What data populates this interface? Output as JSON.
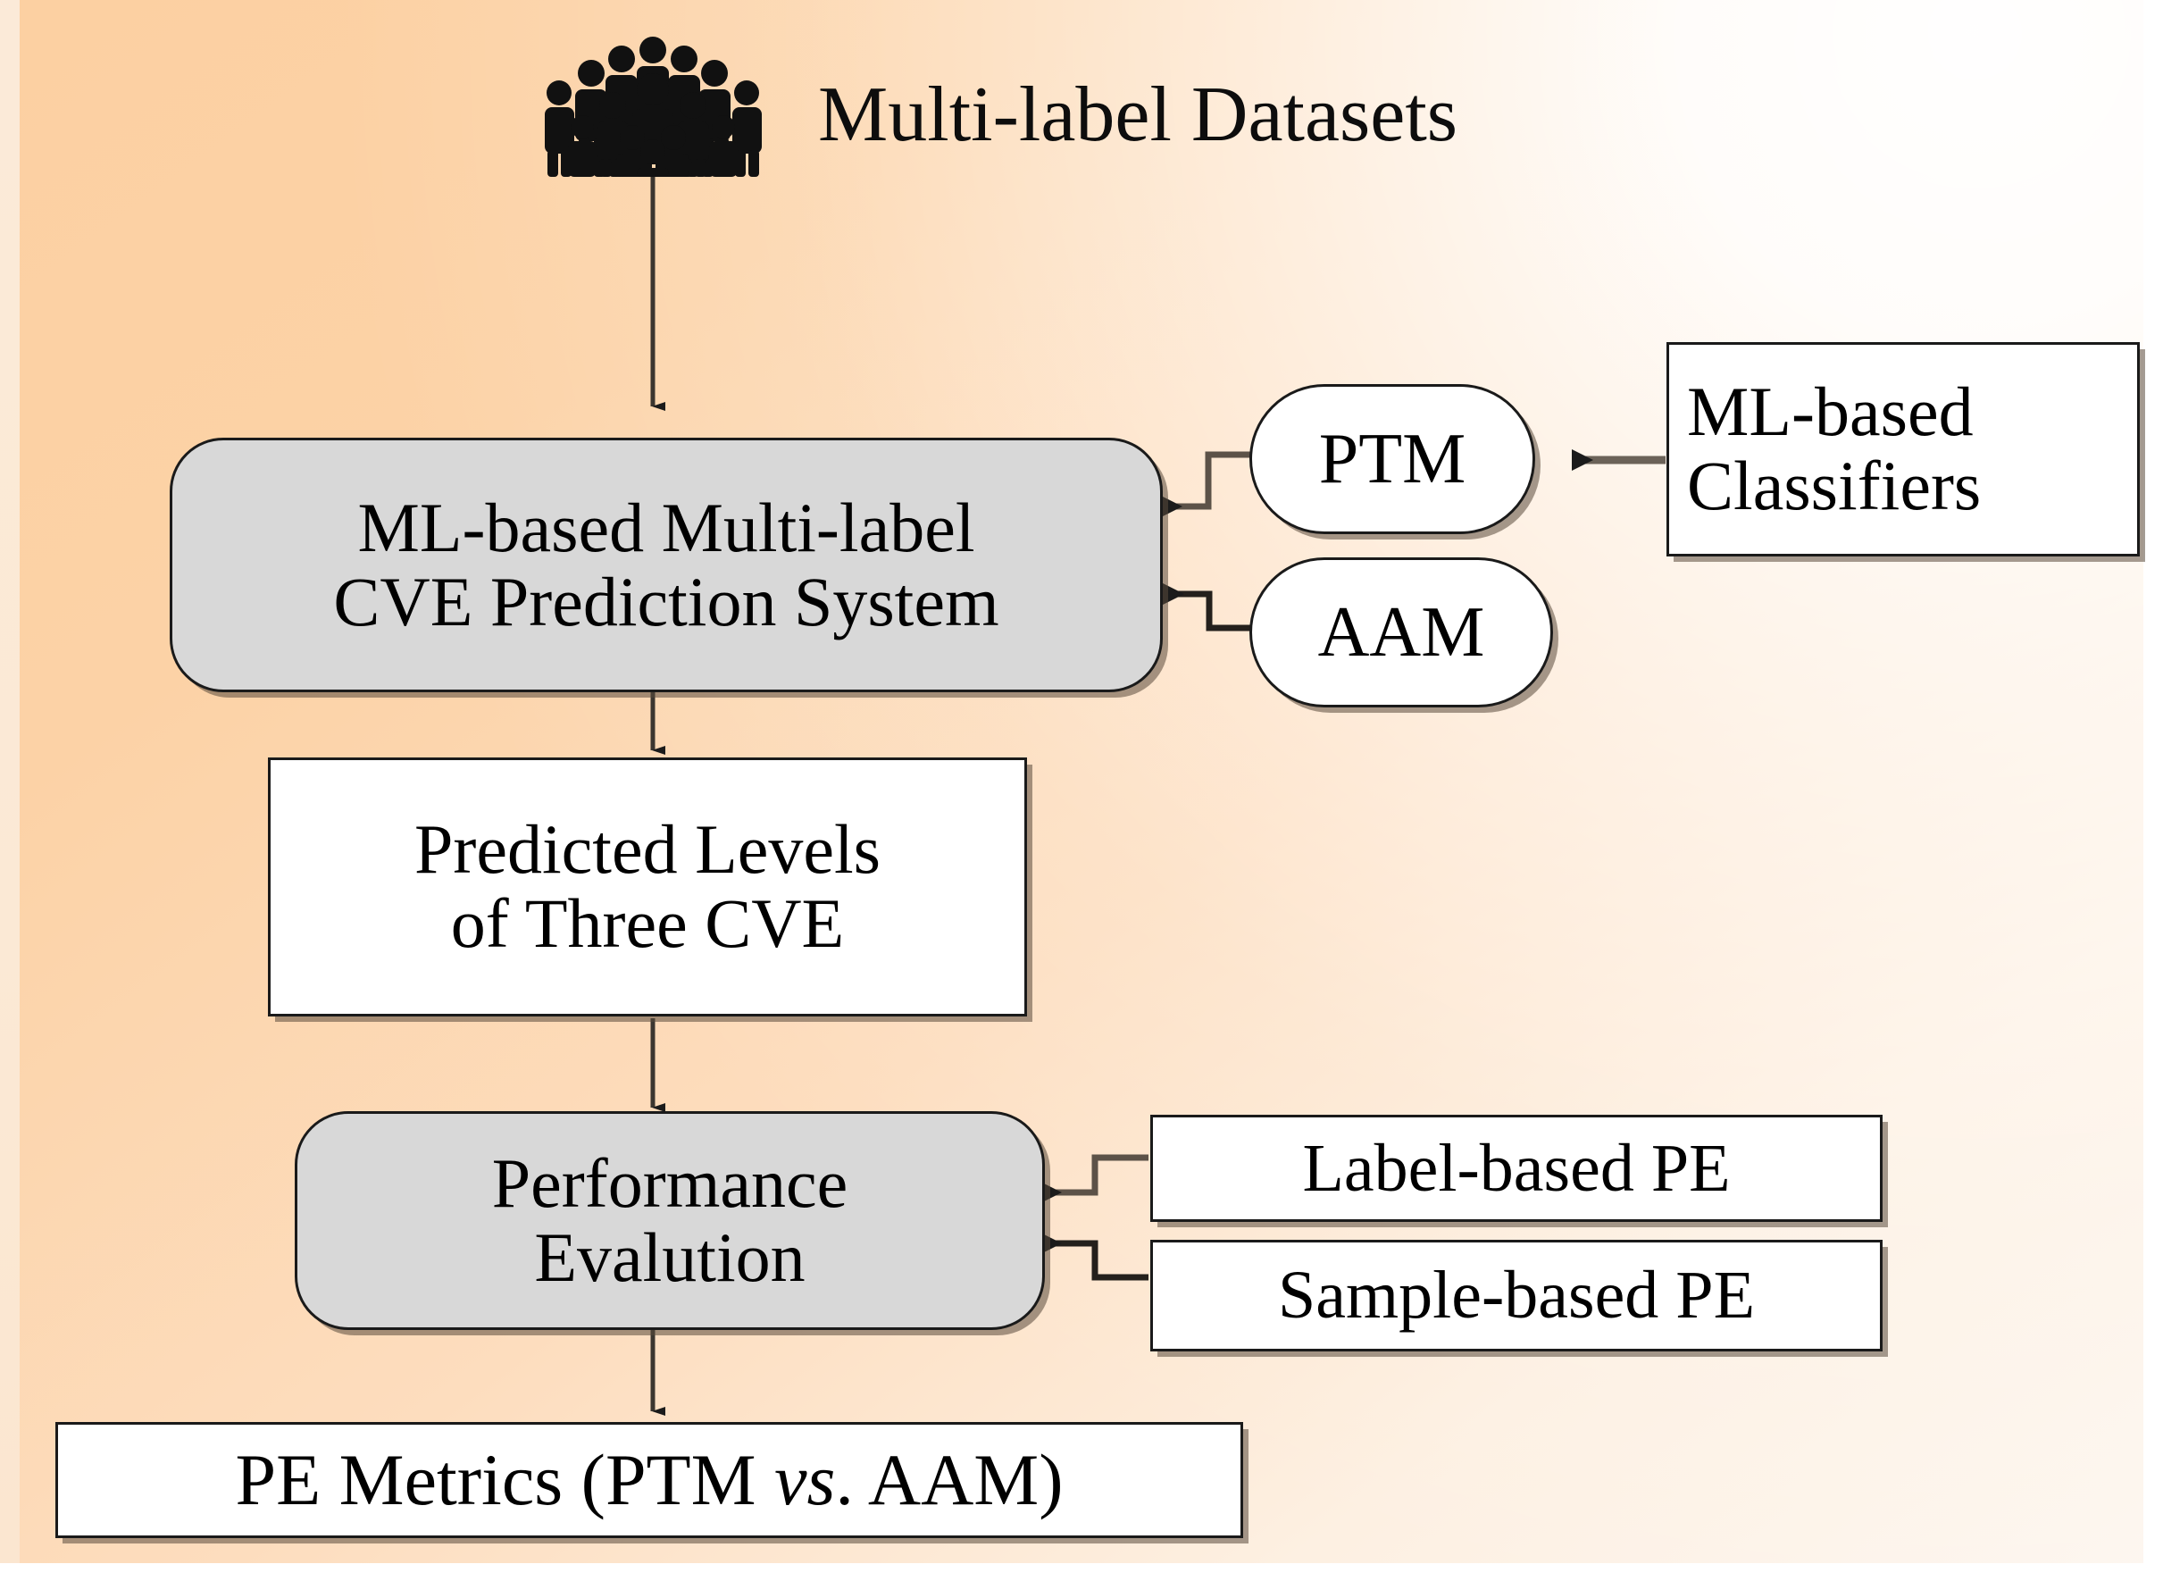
{
  "figure": {
    "title_label": "Multi-label Datasets",
    "background_colors": {
      "orange": "#fcd0a2",
      "white": "#fdf8f3",
      "node_gray": "#d8d8d8",
      "node_white": "#ffffff",
      "stroke": "#1a1a1a"
    },
    "icon": "crowd-of-people-icon"
  },
  "nodes": {
    "datasets": {
      "label": "Multi-label Datasets",
      "shape": "icon-with-text",
      "fill": "none"
    },
    "prediction_system": {
      "line1": "ML-based Multi-label",
      "line2": "CVE Prediction System",
      "shape": "rounded-rect",
      "fill": "#d8d8d8"
    },
    "ptm": {
      "label": "PTM",
      "shape": "pill",
      "fill": "#ffffff"
    },
    "aam": {
      "label": "AAM",
      "shape": "pill",
      "fill": "#ffffff"
    },
    "ml_classifiers": {
      "line1": "ML-based",
      "line2": "Classifiers",
      "shape": "rect",
      "fill": "#ffffff"
    },
    "predicted_levels": {
      "line1": "Predicted Levels",
      "line2": "of Three CVE",
      "shape": "rect",
      "fill": "#ffffff"
    },
    "performance_evaluation": {
      "line1": "Performance",
      "line2": "Evalution",
      "shape": "rounded-rect",
      "fill": "#d8d8d8"
    },
    "label_based_pe": {
      "label": "Label-based PE",
      "shape": "rect",
      "fill": "#ffffff"
    },
    "sample_based_pe": {
      "label": "Sample-based PE",
      "shape": "rect",
      "fill": "#ffffff"
    },
    "pe_metrics": {
      "prefix": "PE Metrics (PTM ",
      "italic": "vs",
      "suffix": ". AAM)",
      "shape": "rect",
      "fill": "#ffffff"
    }
  },
  "edges": [
    {
      "name": "datasets-to-prediction-system",
      "from": "datasets",
      "to": "prediction_system",
      "style": "straight-down-arrow"
    },
    {
      "name": "ptm-to-prediction-system",
      "from": "ptm",
      "to": "prediction_system",
      "style": "elbow-left-arrow"
    },
    {
      "name": "aam-to-prediction-system",
      "from": "aam",
      "to": "prediction_system",
      "style": "elbow-left-arrow"
    },
    {
      "name": "classifiers-to-ptm",
      "from": "ml_classifiers",
      "to": "ptm",
      "style": "straight-left-arrow"
    },
    {
      "name": "prediction-system-to-predicted-levels",
      "from": "prediction_system",
      "to": "predicted_levels",
      "style": "straight-down-arrow"
    },
    {
      "name": "predicted-levels-to-performance-evaluation",
      "from": "predicted_levels",
      "to": "performance_evaluation",
      "style": "straight-down-arrow"
    },
    {
      "name": "label-pe-to-performance-evaluation",
      "from": "label_based_pe",
      "to": "performance_evaluation",
      "style": "elbow-left-arrow"
    },
    {
      "name": "sample-pe-to-performance-evaluation",
      "from": "sample_based_pe",
      "to": "performance_evaluation",
      "style": "elbow-left-arrow"
    },
    {
      "name": "performance-evaluation-to-pe-metrics",
      "from": "performance_evaluation",
      "to": "pe_metrics",
      "style": "straight-down-arrow"
    }
  ]
}
